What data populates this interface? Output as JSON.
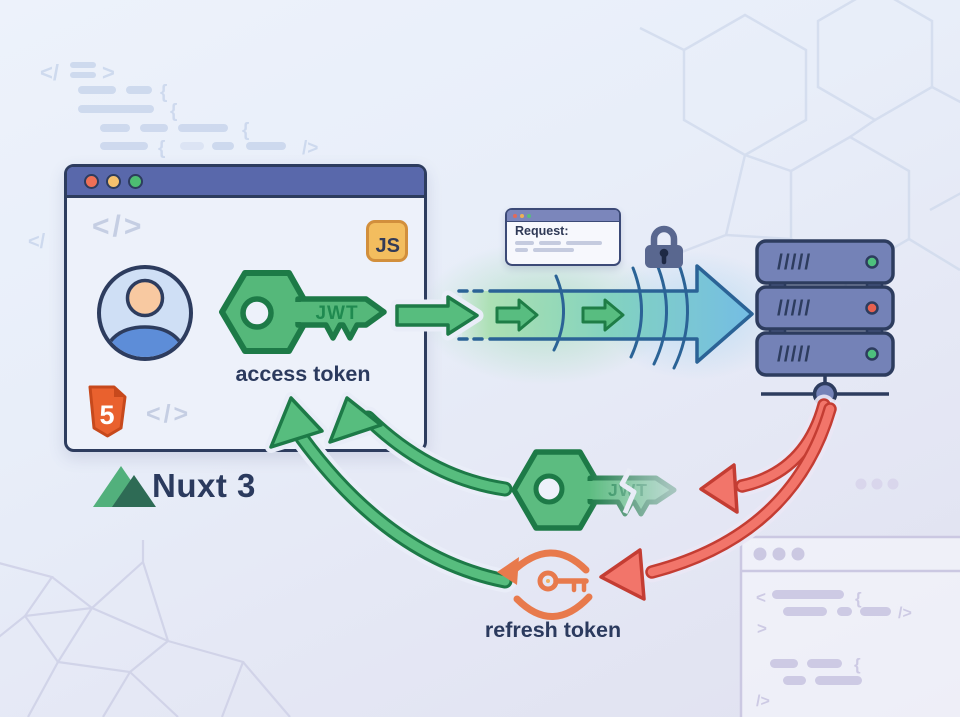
{
  "diagram": {
    "browser": {
      "code_icon": "</>",
      "code_icon_2": "</>",
      "js_badge": "JS",
      "html5_badge": "5",
      "key_label": "JWT",
      "access_token_label": "access token"
    },
    "nuxt_label": "Nuxt 3",
    "request_window": {
      "title": "Request:"
    },
    "server": {
      "unit_slashes": "/////",
      "led_colors": [
        "#4ec07d",
        "#e6604f",
        "#4ec07d"
      ]
    },
    "broken_key_label": "JWT",
    "refresh_token_label": "refresh token",
    "colors": {
      "token_green": "#57bd7e",
      "token_green_dark": "#1d7a47",
      "error_red": "#f2756a",
      "error_red_dark": "#c43d33",
      "refresh_orange": "#e87a4c",
      "outline_navy": "#2d3c5e",
      "arrow_blue": "#2b6396",
      "header_purple": "#5968ab"
    }
  }
}
